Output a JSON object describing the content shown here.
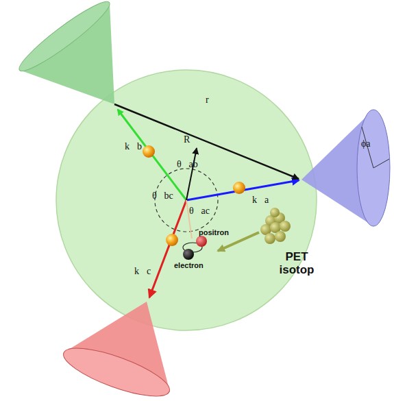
{
  "diagram": {
    "labels": [
      "k⃗b",
      "r⃗",
      "R⃗",
      "θ⃗ab",
      "θ⃗bc",
      "θ⃗ac",
      "k⃗a",
      "k⃗c",
      "positron",
      "electron",
      "PET isotop",
      "ϕa"
    ]
  }
}
